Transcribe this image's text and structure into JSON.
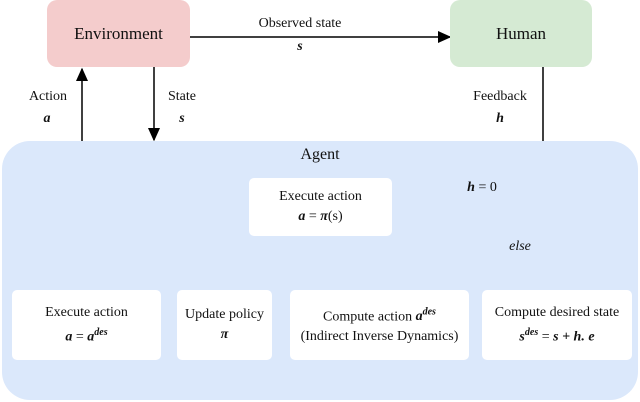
{
  "nodes": {
    "environment": "Environment",
    "human": "Human",
    "agent": "Agent",
    "execute_policy": {
      "title": "Execute action",
      "a": "a",
      "eq": "=",
      "pi": "π",
      "s": "(s)"
    },
    "execute_des": {
      "title": "Execute action",
      "a": "a",
      "eq": "=",
      "ades": "a",
      "sup": "des"
    },
    "update_policy": {
      "title": "Update policy",
      "pi": "π"
    },
    "compute_action": {
      "title": "Compute action",
      "ades": "a",
      "sup": "des",
      "subtitle": "(Indirect Inverse Dynamics)"
    },
    "compute_state": {
      "title": "Compute desired state",
      "sdes": "s",
      "sup": "des",
      "eq": "=",
      "rhs": "s + h. e"
    }
  },
  "edges": {
    "observed_state": {
      "label": "Observed state",
      "symbol": "s"
    },
    "state": {
      "label": "State",
      "symbol": "s"
    },
    "action": {
      "label": "Action",
      "symbol": "a"
    },
    "feedback": {
      "label": "Feedback",
      "symbol": "h"
    },
    "h_zero": {
      "h": "h",
      "eq": "=",
      "zero": "0"
    },
    "else": "else"
  }
}
